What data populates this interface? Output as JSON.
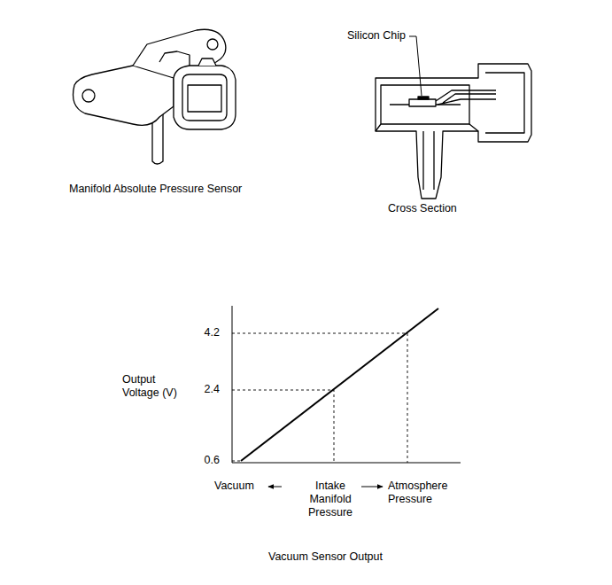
{
  "diagram": {
    "caption": "Vacuum Sensor Output",
    "labels": [
      "Silicon Chip",
      "Manifold Absolute Pressure Sensor",
      "Cross Section",
      "4.2",
      "2.4",
      "0.6",
      "Output Voltage (V)",
      "Vacuum",
      "Intake Manifold Pressure",
      "Atmosphere Pressure"
    ]
  }
}
